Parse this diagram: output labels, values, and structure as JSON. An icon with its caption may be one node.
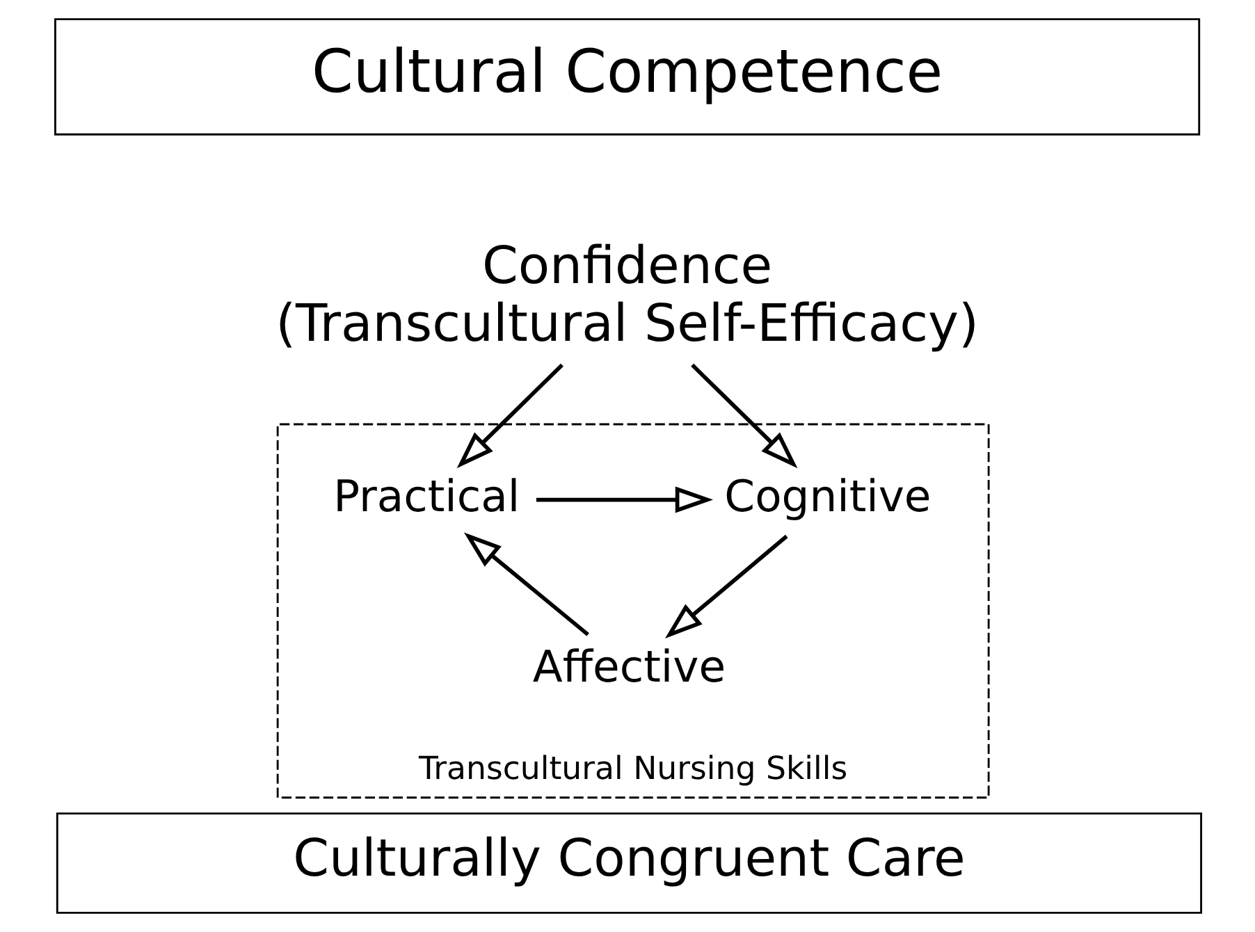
{
  "diagram": {
    "nodes": [
      {
        "text": [
          "Cultural Competence"
        ]
      },
      {
        "text": [
          "Confidence",
          "(Transcultural Self-Efficacy)"
        ]
      },
      {
        "text": [
          "Transcultural Nursing Skills"
        ]
      },
      {
        "text": [
          "Practical"
        ],
        "in": 2
      },
      {
        "text": [
          "Cognitive"
        ],
        "in": 2
      },
      {
        "text": [
          "Affective"
        ],
        "in": 2
      },
      {
        "text": [
          "Culturally Congruent Care"
        ]
      }
    ],
    "edges": [
      {
        "from": 1,
        "to": 3,
        "arrow": "to"
      },
      {
        "from": 1,
        "to": 4,
        "arrow": "to"
      },
      {
        "from": 3,
        "to": 4,
        "arrow": "to"
      },
      {
        "from": 4,
        "to": 5,
        "arrow": "to"
      },
      {
        "from": 5,
        "to": 3,
        "arrow": "to"
      }
    ]
  }
}
